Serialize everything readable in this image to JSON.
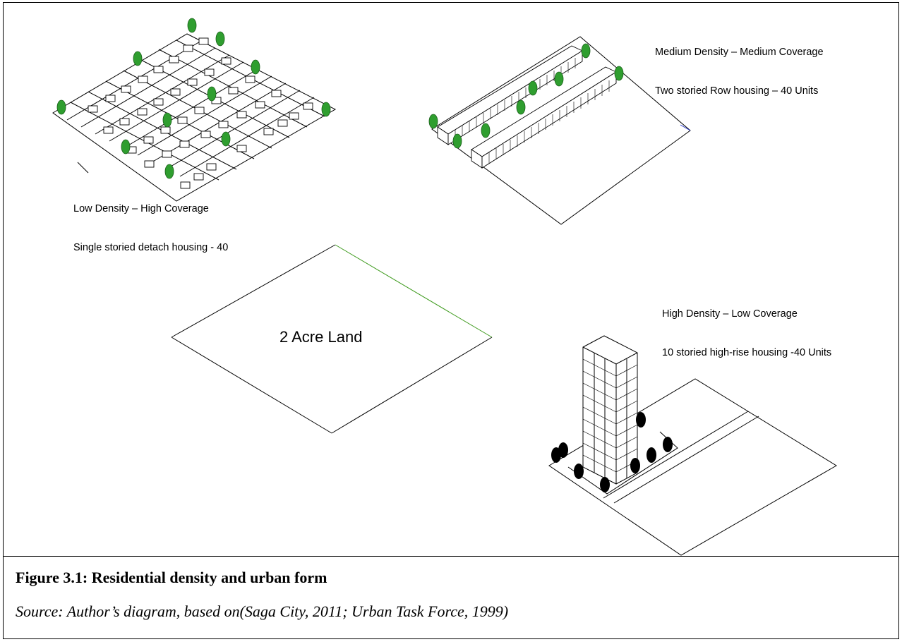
{
  "colors": {
    "tree": "#2f9e2f",
    "dark_tree": "#000000",
    "accent_blue": "#2a3bd4",
    "accent_green": "#3d9a1c"
  },
  "labels": {
    "low_title": "Low Density – High Coverage",
    "low_sub": "Single storied detach housing - 40",
    "medium_title": "Medium Density – Medium Coverage",
    "medium_sub": "Two storied Row housing – 40 Units",
    "high_title": "High Density – Low Coverage",
    "high_sub": "10 storied high-rise housing -40 Units",
    "center_land": "2 Acre Land"
  },
  "caption": {
    "title": "Figure 3.1: Residential density and urban form",
    "source": "Source: Author’s diagram, based on(Saga City, 2011; Urban Task Force, 1999)"
  }
}
